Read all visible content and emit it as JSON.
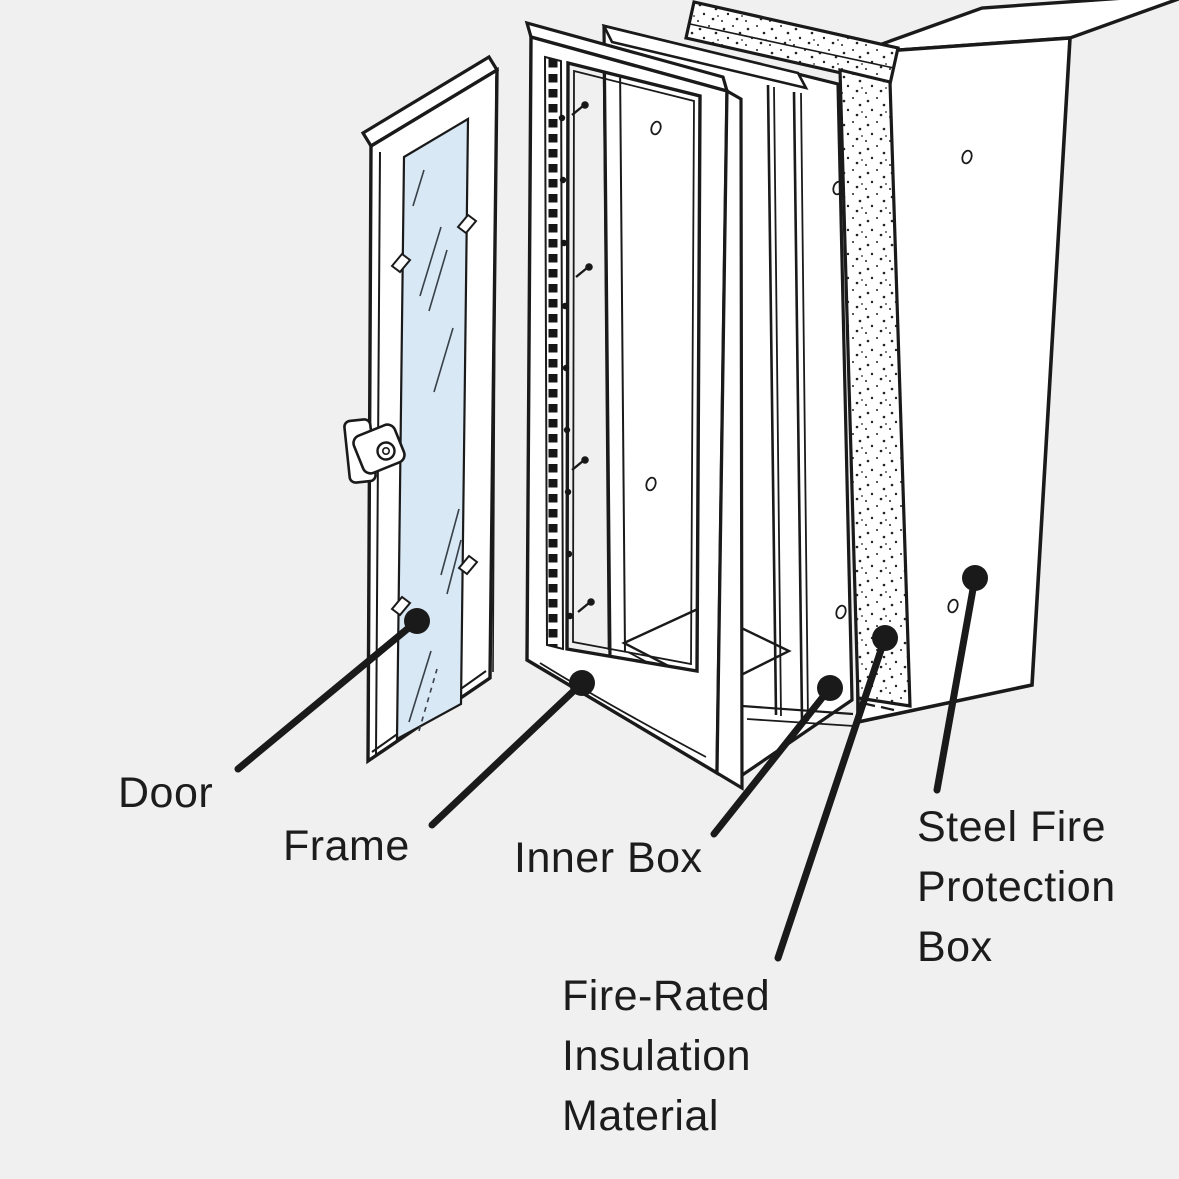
{
  "scene": {
    "background_color": "#f0f0f1",
    "line_color": "#1a1a1a",
    "glass_color": "#d9e8f5",
    "panel_color": "#ffffff",
    "diagram_type": "exploded-view of fire protection box"
  },
  "labels": {
    "door": {
      "text": "Door"
    },
    "frame": {
      "text": "Frame"
    },
    "inner_box": {
      "text": "Inner Box"
    },
    "insulation": {
      "lines": [
        "Fire-Rated",
        "Insulation",
        "Material"
      ]
    },
    "steel_box": {
      "lines": [
        "Steel Fire",
        "Protection",
        "Box"
      ]
    }
  }
}
